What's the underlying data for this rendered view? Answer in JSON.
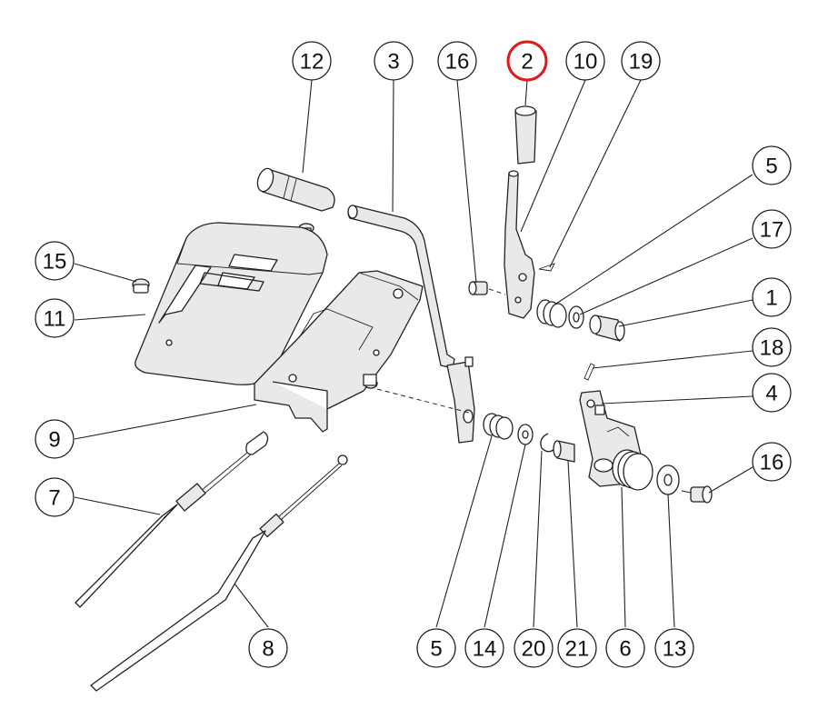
{
  "callouts": [
    {
      "label": "12",
      "highlight": false
    },
    {
      "label": "3",
      "highlight": false
    },
    {
      "label": "16",
      "highlight": false
    },
    {
      "label": "2",
      "highlight": true
    },
    {
      "label": "10",
      "highlight": false
    },
    {
      "label": "19",
      "highlight": false
    },
    {
      "label": "5",
      "highlight": false
    },
    {
      "label": "17",
      "highlight": false
    },
    {
      "label": "1",
      "highlight": false
    },
    {
      "label": "18",
      "highlight": false
    },
    {
      "label": "4",
      "highlight": false
    },
    {
      "label": "16",
      "highlight": false
    },
    {
      "label": "15",
      "highlight": false
    },
    {
      "label": "11",
      "highlight": false
    },
    {
      "label": "9",
      "highlight": false
    },
    {
      "label": "7",
      "highlight": false
    },
    {
      "label": "8",
      "highlight": false
    },
    {
      "label": "5",
      "highlight": false
    },
    {
      "label": "14",
      "highlight": false
    },
    {
      "label": "20",
      "highlight": false
    },
    {
      "label": "21",
      "highlight": false
    },
    {
      "label": "6",
      "highlight": false
    },
    {
      "label": "13",
      "highlight": false
    }
  ],
  "colors": {
    "highlight": "#e01a1a",
    "line": "#222222",
    "background": "#ffffff"
  }
}
